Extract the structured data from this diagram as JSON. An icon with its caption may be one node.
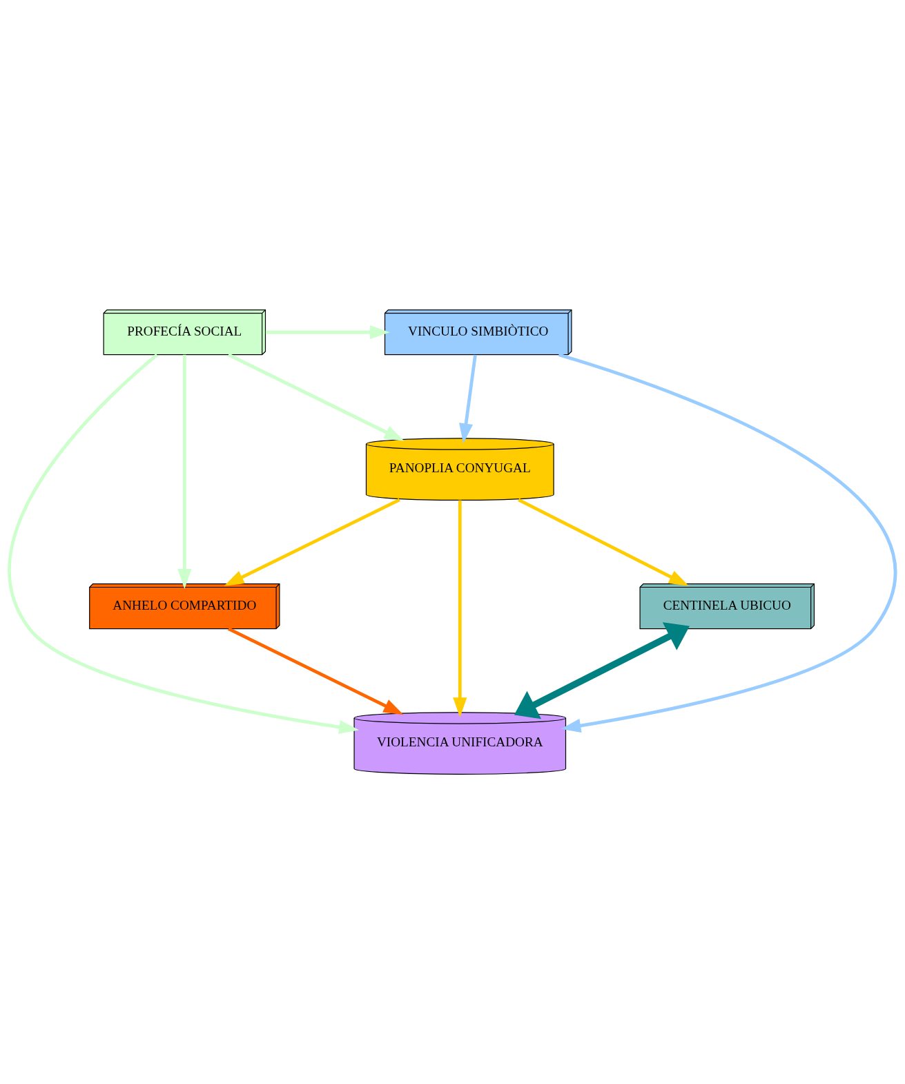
{
  "diagram": {
    "nodes": [
      {
        "text": [
          "CENTINELA UBICUO"
        ]
      },
      {
        "text": [
          "ANHELO COMPARTIDO"
        ]
      },
      {
        "text": [
          "PANOPLIA CONYUGAL"
        ]
      },
      {
        "text": [
          "VIOLENCIA UNIFICADORA"
        ]
      },
      {
        "text": [
          "VINCULO SIMBIÒTICO"
        ]
      },
      {
        "text": [
          "PROFECÍA SOCIAL"
        ]
      }
    ],
    "edges": [
      {
        "from": 2,
        "to": 0,
        "arrow": "to",
        "color": "#ffcc00"
      },
      {
        "from": 2,
        "to": 1,
        "arrow": "to",
        "color": "#ffcc00"
      },
      {
        "from": 2,
        "to": 3,
        "arrow": "to",
        "color": "#ffcc00"
      },
      {
        "from": 3,
        "to": 0,
        "arrow": "both",
        "style": "thick",
        "color": "#008080"
      },
      {
        "from": 1,
        "to": 3,
        "arrow": "to",
        "color": "#ff6600"
      },
      {
        "from": 4,
        "to": 2,
        "arrow": "to",
        "color": "#99ccff"
      },
      {
        "from": 4,
        "to": 3,
        "arrow": "to",
        "color": "#99ccff"
      },
      {
        "from": 5,
        "to": 3,
        "arrow": "to",
        "color": "#ccffcc"
      },
      {
        "from": 5,
        "to": 2,
        "arrow": "to",
        "color": "#ccffcc"
      },
      {
        "from": 5,
        "to": 1,
        "arrow": "to",
        "color": "#ccffcc"
      },
      {
        "from": 5,
        "to": 4,
        "arrow": "to",
        "color": "#ccffcc"
      }
    ]
  }
}
